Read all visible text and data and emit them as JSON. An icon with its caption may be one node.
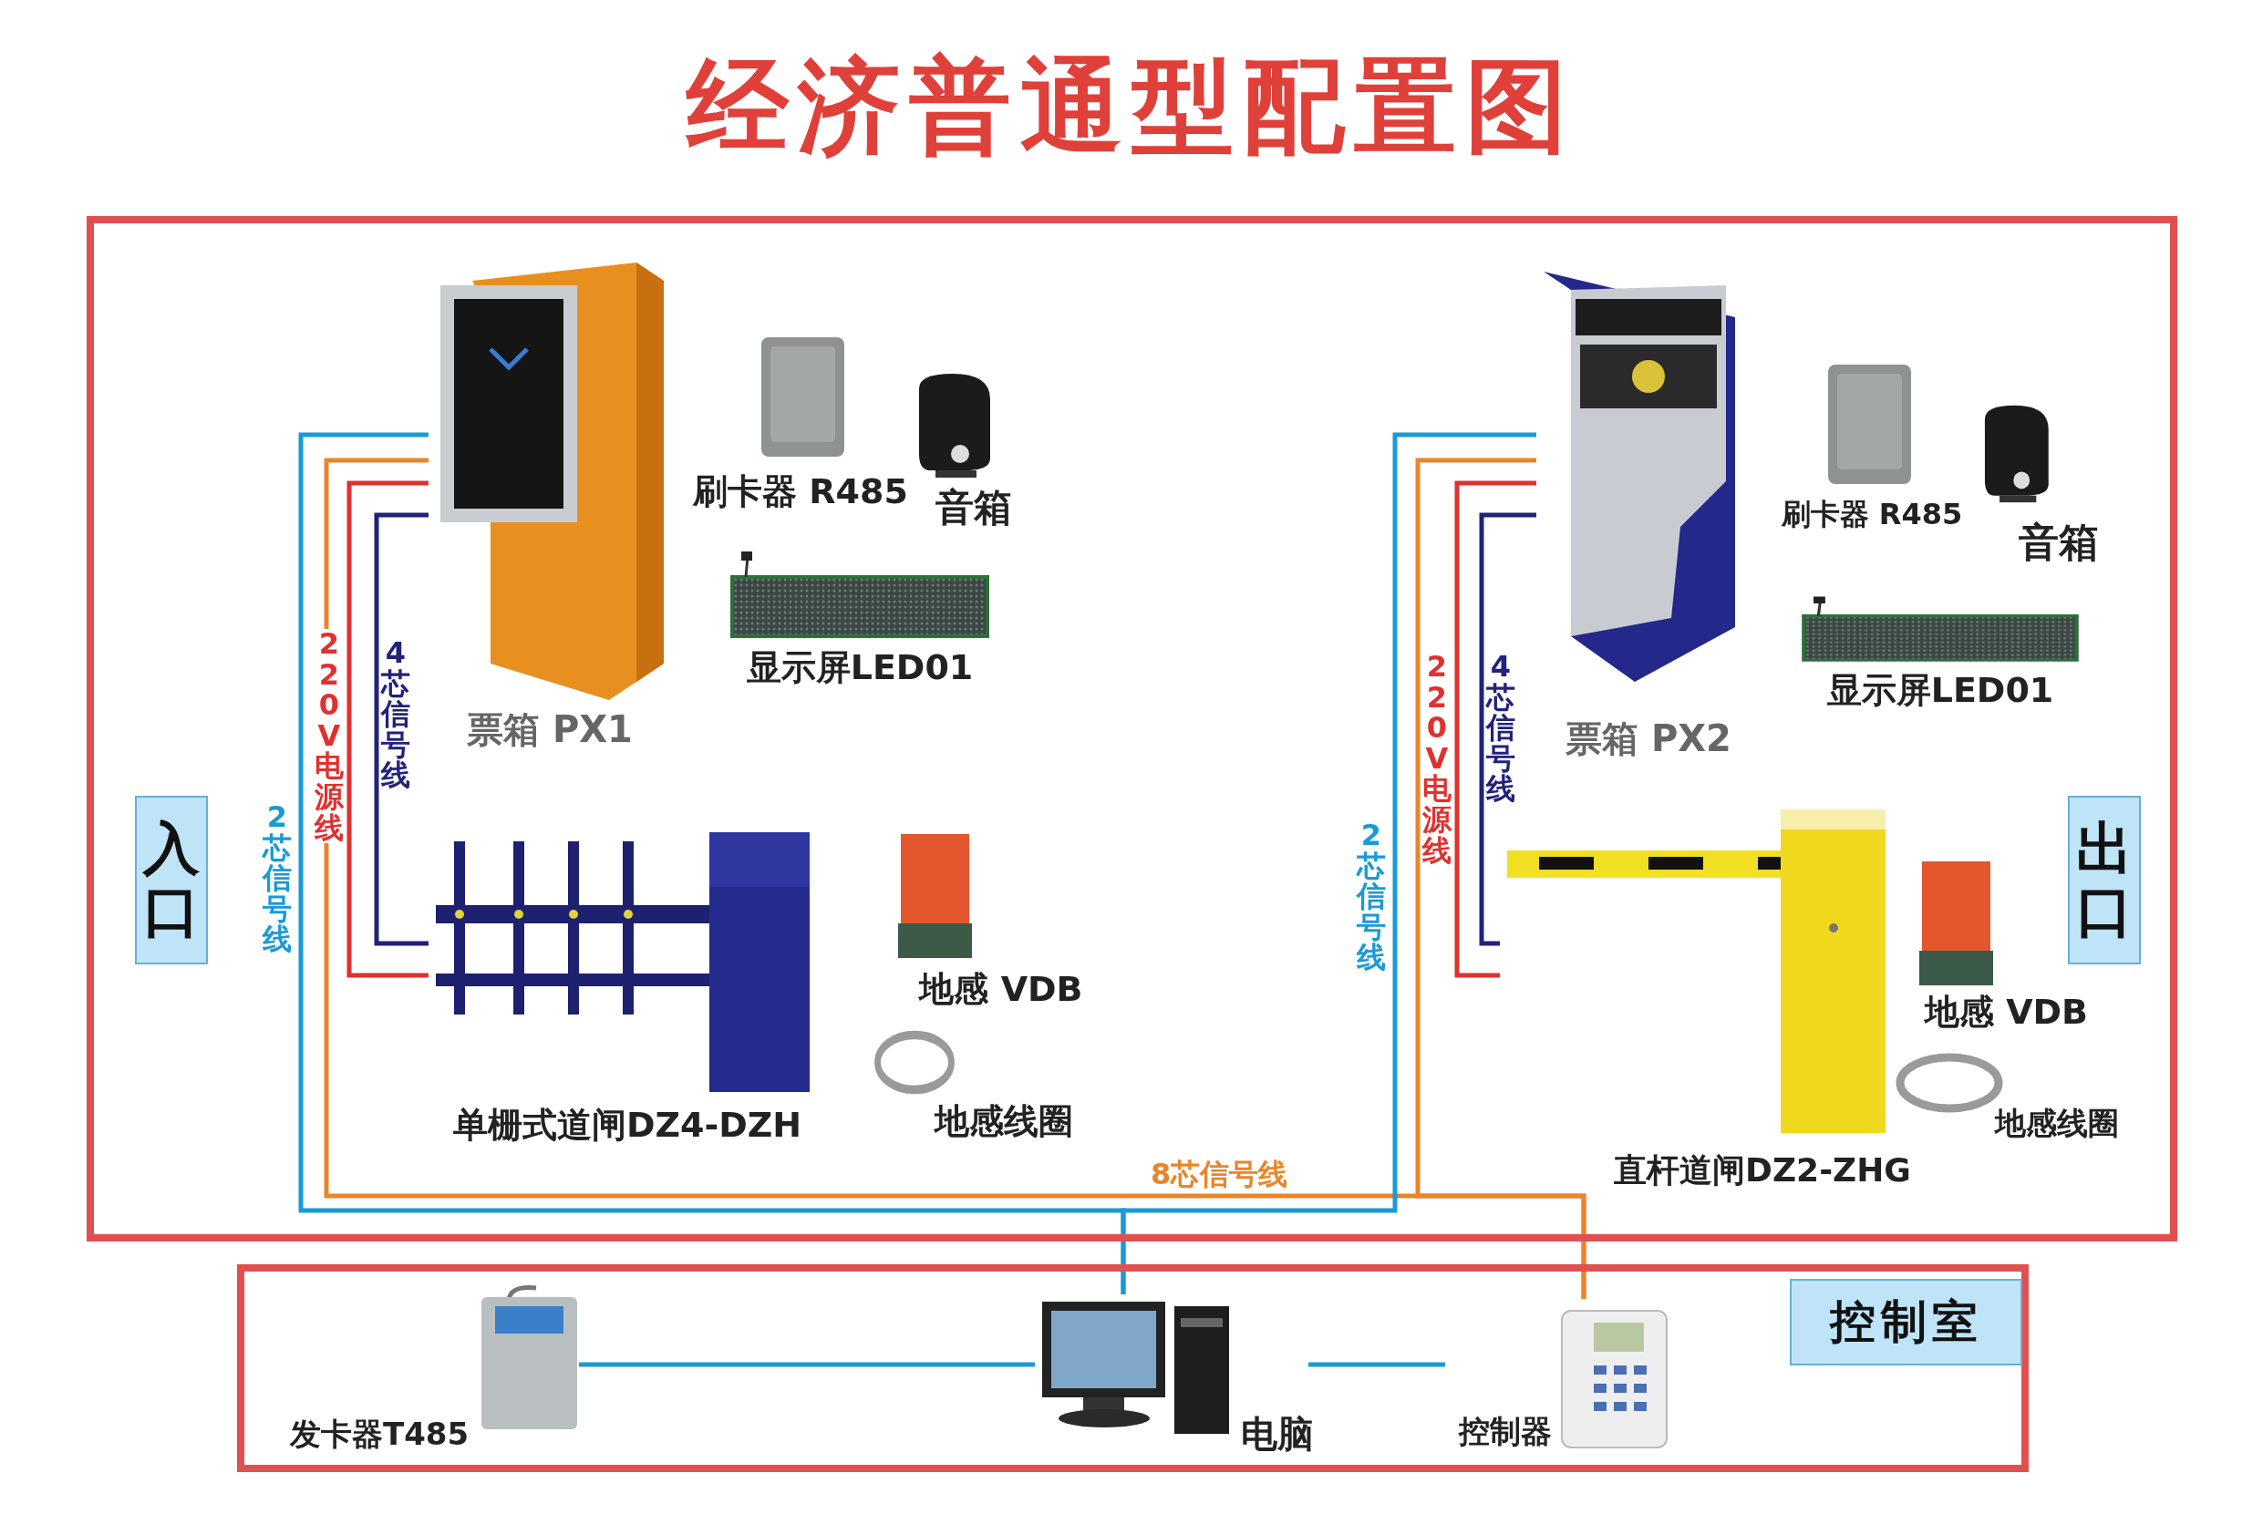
{
  "diagram": {
    "title": "经济普通型配置图",
    "nodes": [
      {
        "text": [],
        "shape": "box"
      },
      {
        "text": [
          "入口"
        ],
        "in": 0
      },
      {
        "text": [
          "出口"
        ],
        "in": 0
      },
      {
        "text": [
          "票箱 PX1"
        ],
        "in": 0
      },
      {
        "text": [
          "刷卡器 R485"
        ],
        "in": 0
      },
      {
        "text": [
          "音箱"
        ],
        "in": 0
      },
      {
        "text": [
          "显示屏LED01"
        ],
        "in": 0
      },
      {
        "text": [
          "单栅式道闸DZ4-DZH"
        ],
        "in": 0
      },
      {
        "text": [
          "地感 VDB"
        ],
        "in": 0
      },
      {
        "text": [
          "地感线圈"
        ],
        "in": 0
      },
      {
        "text": [
          "票箱 PX2"
        ],
        "in": 0
      },
      {
        "text": [
          "刷卡器 R485"
        ],
        "in": 0
      },
      {
        "text": [
          "音箱"
        ],
        "in": 0
      },
      {
        "text": [
          "显示屏LED01"
        ],
        "in": 0
      },
      {
        "text": [
          "直杆道闸DZ2-ZHG"
        ],
        "in": 0
      },
      {
        "text": [
          "地感 VDB"
        ],
        "in": 0
      },
      {
        "text": [
          "地感线圈"
        ],
        "in": 0
      },
      {
        "text": [],
        "shape": "box"
      },
      {
        "text": [
          "控制室"
        ],
        "in": 17
      },
      {
        "text": [
          "发卡器T485"
        ],
        "in": 17
      },
      {
        "text": [
          "电脑"
        ],
        "in": 17
      },
      {
        "text": [
          "控制器"
        ],
        "in": 17
      }
    ],
    "edges": [
      {
        "from": 3,
        "to": 20,
        "arrow": "none",
        "label": "2芯信号线"
      },
      {
        "from": 3,
        "to": 21,
        "arrow": "none",
        "label": "8芯信号线",
        "color": "#e8862a"
      },
      {
        "from": 3,
        "to": 7,
        "arrow": "none",
        "label": "220V 电源线",
        "color": "#e0312f"
      },
      {
        "from": 3,
        "to": 7,
        "arrow": "none",
        "label": "4芯信号线",
        "color": "#22227a"
      },
      {
        "from": 10,
        "to": 20,
        "arrow": "none",
        "label": "2芯信号线"
      },
      {
        "from": 10,
        "to": 21,
        "arrow": "none",
        "color": "#e8862a"
      },
      {
        "from": 10,
        "to": 14,
        "arrow": "none",
        "label": "220V 电源线",
        "color": "#e0312f"
      },
      {
        "from": 10,
        "to": 14,
        "arrow": "none",
        "label": "4芯信号线",
        "color": "#22227a"
      },
      {
        "from": 19,
        "to": 20,
        "arrow": "none"
      },
      {
        "from": 20,
        "to": 21,
        "arrow": "none"
      }
    ]
  }
}
